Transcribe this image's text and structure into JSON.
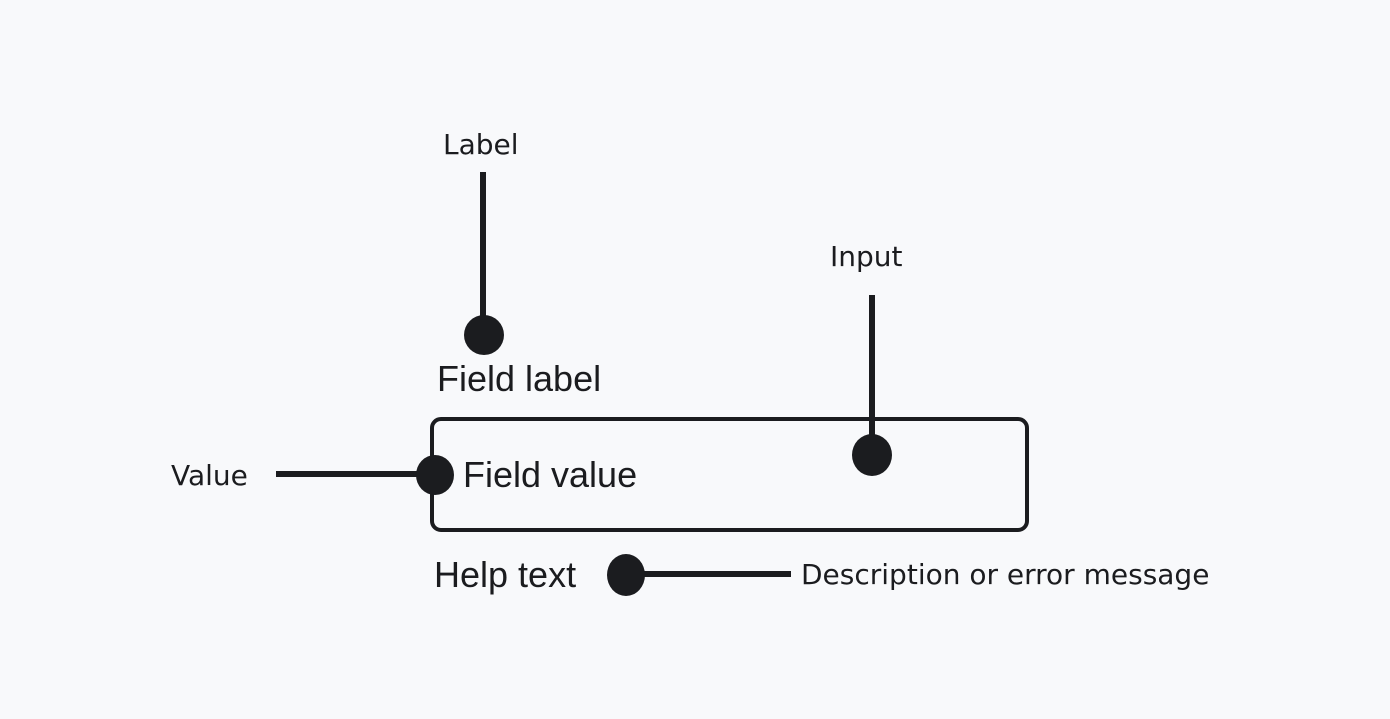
{
  "colors": {
    "background": "#f8f9fb",
    "ink": "#1b1c1f"
  },
  "annotations": {
    "label": "Label",
    "input": "Input",
    "value": "Value",
    "help": "Description or error message"
  },
  "field": {
    "label": "Field label",
    "value": "Field value",
    "help": "Help text"
  }
}
